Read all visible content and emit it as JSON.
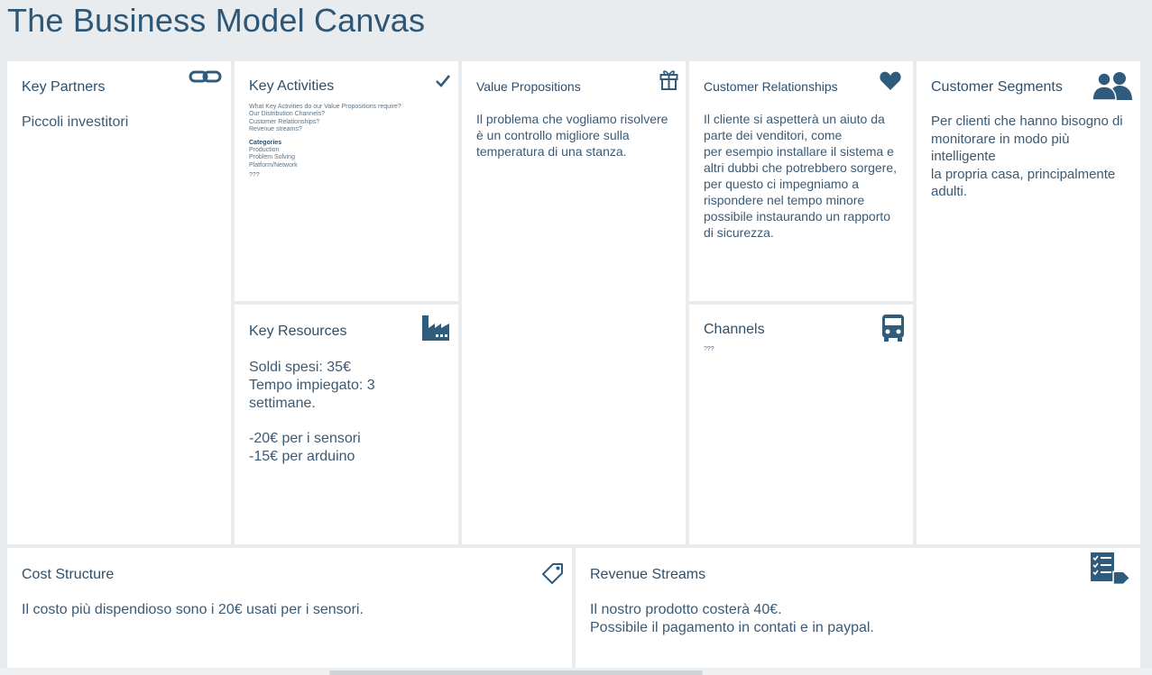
{
  "page": {
    "title": "The Business Model Canvas"
  },
  "key_partners": {
    "title": "Key Partners",
    "body": "Piccoli investitori",
    "icon": "link-icon"
  },
  "key_activities": {
    "title": "Key Activities",
    "icon": "checkmark-icon",
    "hint": "What Key Activities do our Value Propositions require?\nOur Distribution Channels?\nCustomer Relationships?\nRevenue streams?",
    "categories_label": "Categories",
    "categories": "Production\nProblem Solving\nPlatform/Network",
    "placeholder": "???"
  },
  "key_resources": {
    "title": "Key Resources",
    "icon": "factory-icon",
    "body": "Soldi spesi: 35€\nTempo impiegato: 3 settimane.\n\n-20€ per i sensori\n-15€ per arduino"
  },
  "value_propositions": {
    "title": "Value Propositions",
    "icon": "gift-icon",
    "body": "Il problema che vogliamo risolvere è un controllo migliore sulla temperatura di una stanza."
  },
  "customer_relationships": {
    "title": "Customer Relationships",
    "icon": "heart-icon",
    "body": "Il cliente si aspetterà un aiuto da parte dei venditori, come\nper esempio installare il sistema e altri dubbi che potrebbero sorgere, per questo ci impegniamo a rispondere nel tempo minore\npossibile instaurando un rapporto di sicurezza."
  },
  "channels": {
    "title": "Channels",
    "icon": "truck-icon",
    "placeholder": "???"
  },
  "customer_segments": {
    "title": "Customer Segments",
    "icon": "users-icon",
    "body": "Per clienti che hanno bisogno di monitorare in modo più intelligente\nla propria casa, principalmente adulti."
  },
  "cost_structure": {
    "title": "Cost Structure",
    "icon": "price-tag-icon",
    "body": "Il costo più dispendioso sono i 20€ usati per i sensori."
  },
  "revenue_streams": {
    "title": "Revenue Streams",
    "icon": "checklist-tag-icon",
    "body": "Il nostro prodotto costerà 40€.\nPossibile il pagamento in contati e in paypal."
  },
  "colors": {
    "background": "#e8ecef",
    "card": "#ffffff",
    "text": "#2f4f6b",
    "icon": "#2f5c7c"
  }
}
